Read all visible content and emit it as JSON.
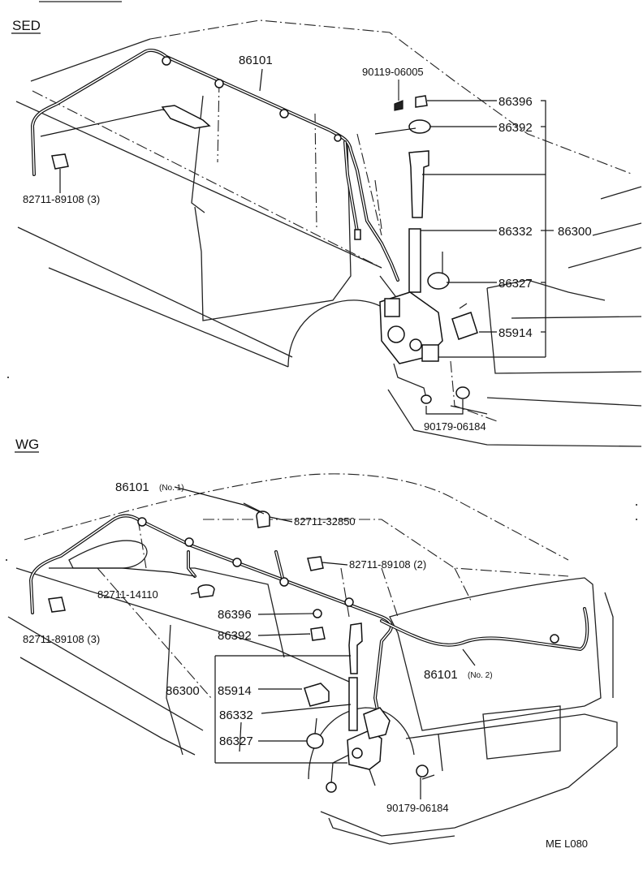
{
  "sections": {
    "sed": {
      "title": "SED"
    },
    "wg": {
      "title": "WG"
    }
  },
  "sed_labels": {
    "cable": "86101",
    "screw": "90119-06005",
    "nut": "86396",
    "pad": "86392",
    "rod": "86332",
    "assy": "86300",
    "relay_cover": "86327",
    "relay": "85914",
    "plug": "90179-06184",
    "clamp": "82711-89108 (3)"
  },
  "wg_labels": {
    "cable1": "86101",
    "cable1_suffix": "(No. 1)",
    "clamp_a": "82711-32850",
    "clamp_b": "82711-89108 (2)",
    "clamp_c": "82711-14110",
    "clamp_d": "82711-89108 (3)",
    "nut": "86396",
    "pad": "86392",
    "assy": "86300",
    "relay": "85914",
    "rod": "86332",
    "relay_cover": "86327",
    "cable2": "86101",
    "cable2_suffix": "(No. 2)",
    "plug": "90179-06184"
  },
  "footer": {
    "code": "ME  L080"
  }
}
